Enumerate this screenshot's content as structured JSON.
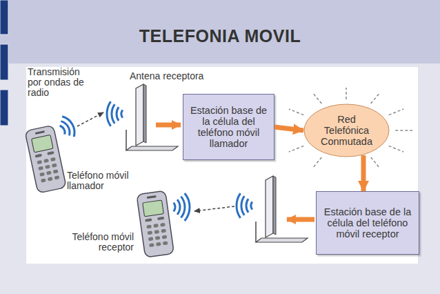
{
  "diagram": {
    "title": "TELEFONIA MOVIL",
    "nodes": [
      {
        "text": [
          "Estación base de la célula del teléfono móvil llamador"
        ]
      },
      {
        "text": [
          "Red Telefónica Conmutada"
        ]
      },
      {
        "text": [
          "Estación base de la célula del teléfono móvil receptor"
        ]
      }
    ],
    "edges": [
      {
        "from": 0,
        "to": 1,
        "arrow": "to"
      },
      {
        "from": 1,
        "to": 2,
        "arrow": "to"
      }
    ],
    "labels": [
      "Transmisión por ondas de radio",
      "Antena receptora",
      "Teléfono móvil llamador",
      "Teléfono móvil receptor"
    ]
  }
}
